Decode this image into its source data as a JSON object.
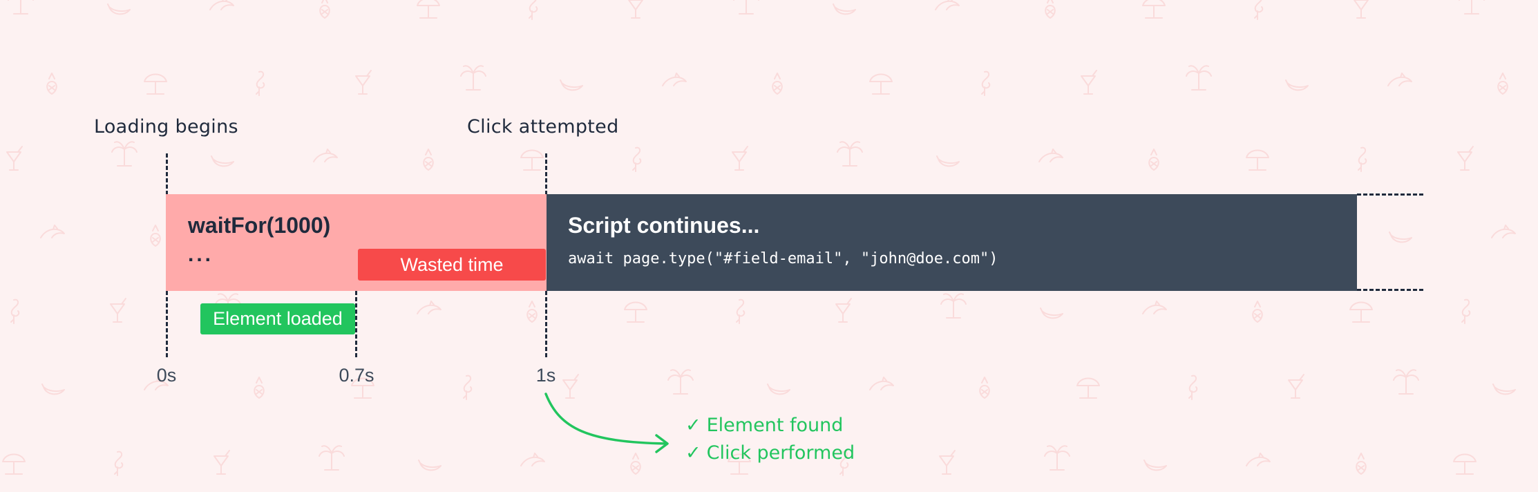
{
  "labels": {
    "loading_begins": "Loading begins",
    "click_attempted": "Click attempted"
  },
  "wait_block": {
    "title": "waitFor(1000)",
    "ellipsis": "...",
    "wasted_label": "Wasted time"
  },
  "script_block": {
    "title": "Script continues...",
    "code": "await page.type(\"#field-email\", \"john@doe.com\")"
  },
  "element_loaded": "Element loaded",
  "ticks": {
    "t0": "0s",
    "t1": "0.7s",
    "t2": "1s"
  },
  "results": {
    "found": "Element found",
    "performed": "Click performed",
    "check_icon": "check-icon"
  },
  "colors": {
    "background": "#fdf2f2",
    "pattern": "#f8c9c9",
    "wait_block": "#ffaaaa",
    "wasted": "#f74a4a",
    "script_block": "#3d4a5a",
    "loaded": "#22c55e",
    "text_dark": "#1f2a3c"
  }
}
